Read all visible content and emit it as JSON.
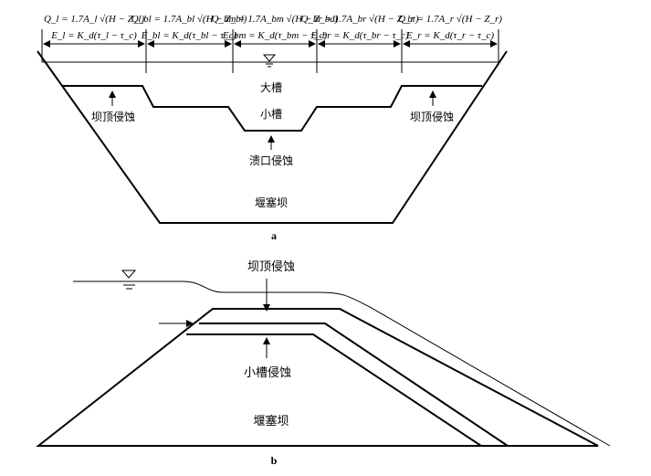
{
  "panel_a": {
    "caption": "a",
    "equations": [
      {
        "q": "Q_l = 1.7A_l √(H − Z_l)",
        "e": "E_l = K_d(τ_l − τ_c)"
      },
      {
        "q": "Q_bl = 1.7A_bl √(H − Z_bl)",
        "e": "E_bl = K_d(τ_bl − τ_c)"
      },
      {
        "q": "Q_bm = 1.7A_bm √(H − Z_bd)",
        "e": "E_bm = K_d(τ_bm − τ_c)"
      },
      {
        "q": "Q_br = 1.7A_br √(H − Z_bt)",
        "e": "E_br = K_d(τ_br − τ_c)"
      },
      {
        "q": "Q_r = 1.7A_r √(H − Z_r)",
        "e": "E_r = K_d(τ_r − τ_c)"
      }
    ],
    "labels": {
      "big_channel": "大槽",
      "small_channel": "小槽",
      "crest_erosion_left": "坝顶侵蚀",
      "crest_erosion_right": "坝顶侵蚀",
      "breach_erosion": "溃口侵蚀",
      "dam": "堰塞坝"
    }
  },
  "panel_b": {
    "caption": "b",
    "labels": {
      "crest_erosion": "坝顶侵蚀",
      "channel_erosion": "小槽侵蚀",
      "dam": "堰塞坝"
    }
  }
}
